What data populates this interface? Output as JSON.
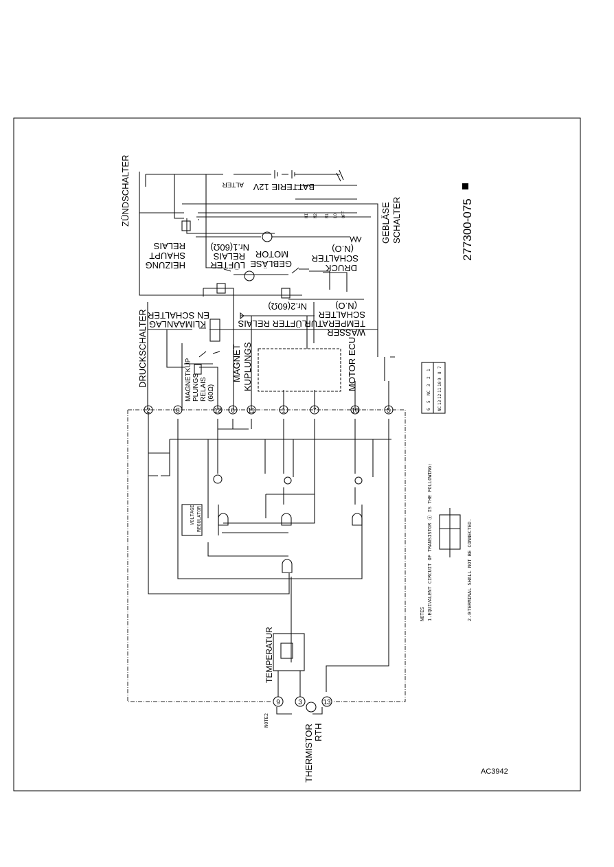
{
  "diagram": {
    "code": "277300-075",
    "figure_id": "AC3942",
    "labels": {
      "ignition_switch": "ZÜNDSCHALTER",
      "alternator": "ALTER",
      "battery": "BATTERIE 12V",
      "heater_relay": [
        "HEIZUNG",
        "SHAUPT",
        "RELAIS"
      ],
      "fan_relay_1": [
        "LÜFTER",
        "RELAIS",
        "Nr.1(60Ω)"
      ],
      "blower_motor": [
        "GEBLÄSE",
        "MOTOR"
      ],
      "pressure_switch_no": [
        "DRUCK",
        "SCHALTER",
        "(N.O)"
      ],
      "blower_switch": [
        "GEBLÄSE",
        "SCHALTER"
      ],
      "ac_switch": [
        "KLIMAANLAG",
        "EN SCHALTER"
      ],
      "fan_relay_2": [
        "LÜFTER RELAIS",
        "Nr.2(60Ω)"
      ],
      "water_temp_switch": [
        "WASSER",
        "TEMPERATUR",
        "SCHALTER",
        "(N.O)"
      ],
      "pressure_switch": "DRUCKSCHALTER",
      "magnetic_clutch_relay": [
        "MAGNETKUP",
        "PLUNGS",
        "RELAIS",
        "(60Ω)"
      ],
      "magnetic_clutch": [
        "MAGNET",
        "KUPLUNGS"
      ],
      "engine_ecu": "MOTOR ECU",
      "voltage_regulator": [
        "VOLTAGE",
        "REGULATOR"
      ],
      "temperature": "TEMPERATUR",
      "thermistor": [
        "THERMISTOR",
        "RTH"
      ],
      "note2_marker": "NOTE2",
      "blower_positions": [
        "HI",
        "M2",
        "M1",
        "LO",
        "OFF"
      ]
    },
    "pins_top": [
      "2",
      "8",
      "12",
      "6",
      "11",
      "1",
      "7",
      "10",
      "5"
    ],
    "pins_bottom": [
      "9",
      "3",
      "13"
    ],
    "connector_pins": [
      "6",
      "5",
      "NC",
      "3",
      "2",
      "1",
      "NC",
      "13",
      "12",
      "11",
      "10",
      "9",
      "8",
      "7"
    ],
    "notes": {
      "title": "NOTES",
      "note1": "1.EQUIVALENT CIRCUIT OF TRANSISTOR ⓚ IS THE FOLLOWING:",
      "note2": "2.⑨TERMINAL SHALL NOT BE CONNECTED."
    }
  }
}
